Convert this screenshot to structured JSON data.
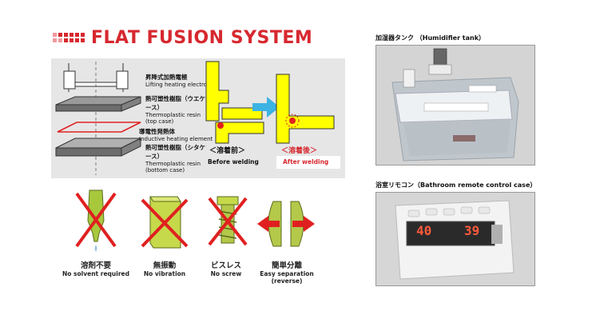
{
  "title": "FLAT FUSION SYSTEM",
  "diagram": {
    "labels": [
      {
        "jp": "昇降式加熱電極",
        "en": "Lifting heating electrode"
      },
      {
        "jp": "熱可塑性樹脂（ウエケース）",
        "en": "Thermoplastic resin (top case)"
      },
      {
        "jp": "導電性発熱体",
        "en": "Inductive heating element"
      },
      {
        "jp": "熱可塑性樹脂（シタケース）",
        "en": "Thermoplastic resin (bottom case)"
      }
    ],
    "before": {
      "jp": "＜溶着前＞",
      "en": "Before welding"
    },
    "after": {
      "jp": "＜溶着後＞",
      "en": "After welding"
    }
  },
  "features": [
    {
      "jp": "溶剤不要",
      "en": "No solvent required"
    },
    {
      "jp": "無振動",
      "en": "No vibration"
    },
    {
      "jp": "ビスレス",
      "en": "No screw"
    },
    {
      "jp": "簡単分離",
      "en": "Easy separation (reverse)"
    }
  ],
  "photos": [
    {
      "caption": "加湿器タンク （Humidifier tank）"
    },
    {
      "caption": "浴室リモコン（Bathroom remote control case）",
      "display_left": "40",
      "display_right": "39"
    }
  ],
  "colors": {
    "brand_red": "#d7282f",
    "yellow": "#ffff00",
    "accent_blue": "#3bb3e3"
  }
}
